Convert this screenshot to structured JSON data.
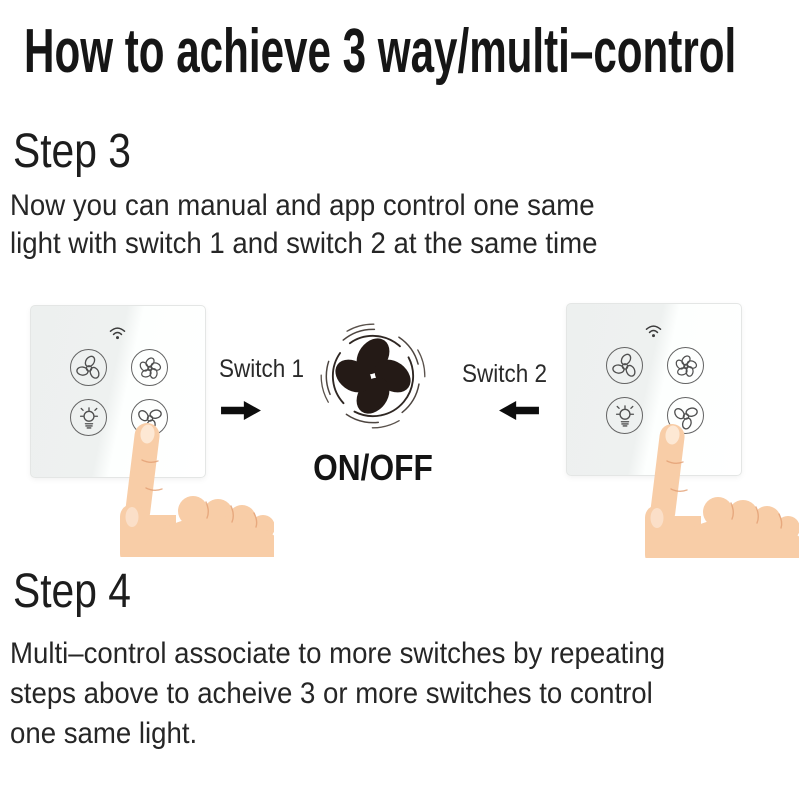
{
  "title": "How to achieve 3 way/multi–control",
  "steps": {
    "step3": {
      "heading": "Step 3",
      "lines": [
        "Now you can manual and app control one same",
        "light with switch 1 and switch 2 at the same time"
      ]
    },
    "step4": {
      "heading": "Step 4",
      "lines": [
        "Multi–control associate to more switches by repeating",
        "steps above to acheive 3 or more switches to control",
        "one same light."
      ]
    }
  },
  "diagram": {
    "switch1_label": "Switch 1",
    "switch2_label": "Switch 2",
    "power_label": "ON/OFF",
    "icons": {
      "panel_top": "wifi-icon",
      "button_top_left": "fan-3-blade-icon",
      "button_top_right": "fan-5-blade-icon",
      "button_bottom_left": "light-bulb-icon",
      "button_bottom_right": "fan-3-blade-icon",
      "center": "ceiling-fan-icon",
      "arrow_left_side": "right-arrow-icon",
      "arrow_right_side": "left-arrow-icon",
      "hands": "pointing-hand-illustration"
    },
    "colors": {
      "fan_blade": "#241a16",
      "hand_skin": "#f8cda7",
      "panel_tint": "#eef1f0",
      "icon_stroke": "#4f4f4f",
      "text": "#1c1c1c"
    }
  }
}
